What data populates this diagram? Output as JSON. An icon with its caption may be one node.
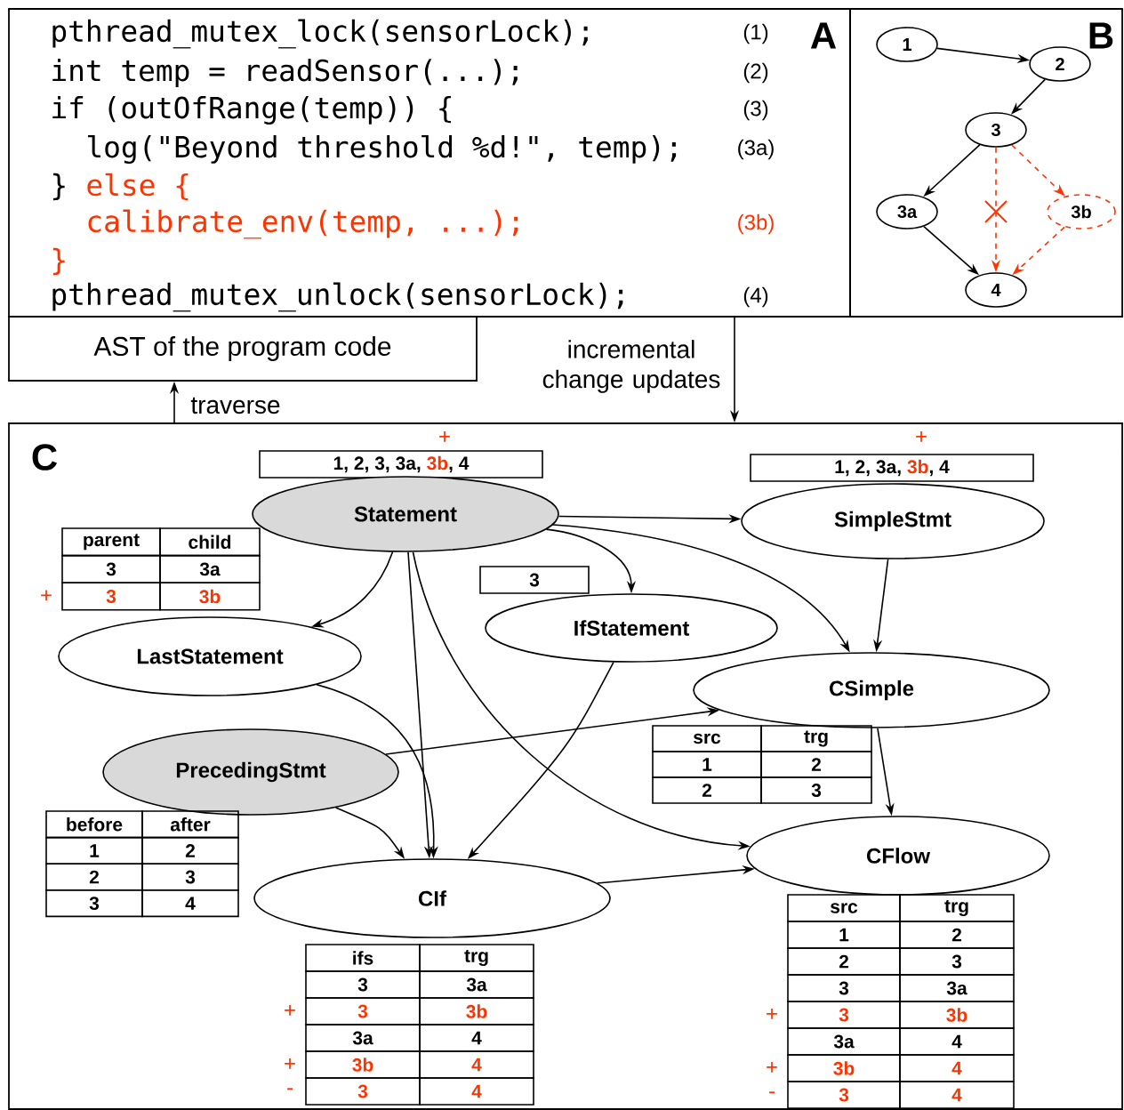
{
  "diagram": {
    "nodes": [
      {
        "text": [
          "pthread_mutex_lock(sensorLock);",
          "(1)",
          "A",
          "int temp = readSensor(...);",
          "(2)",
          "if (outOfRange(temp)) {",
          "(3)",
          "log(\"Beyond threshold %d!\", temp);",
          "(3a)",
          "}",
          "else {",
          "calibrate_env(temp, ...);",
          "(3b)",
          "}",
          "pthread_mutex_unlock(sensorLock);",
          "(4)"
        ]
      },
      {
        "text": [
          "B"
        ]
      },
      {
        "text": [
          "1"
        ],
        "in": 1
      },
      {
        "text": [
          "2"
        ],
        "in": 1
      },
      {
        "text": [
          "3"
        ],
        "in": 1
      },
      {
        "text": [
          "3a"
        ],
        "in": 1
      },
      {
        "text": [
          "3b"
        ],
        "in": 1
      },
      {
        "text": [
          "4"
        ],
        "in": 1
      },
      {
        "text": [
          "AST of the program code"
        ]
      },
      {
        "text": [
          "C"
        ]
      },
      {
        "text": [
          "1, 2, 3, 3a,",
          "3b",
          ", 4"
        ],
        "in": 9
      },
      {
        "text": [
          "Statement"
        ],
        "in": 9
      },
      {
        "text": [
          "1, 2, 3a,",
          "3b",
          ", 4"
        ],
        "in": 9
      },
      {
        "text": [
          "SimpleStmt"
        ],
        "in": 9
      },
      {
        "text": [
          "3"
        ],
        "in": 9
      },
      {
        "text": [
          "IfStatement"
        ],
        "in": 9
      },
      {
        "text": [
          "LastStatement"
        ],
        "in": 9
      },
      {
        "text": [
          "CSimple"
        ],
        "in": 9
      },
      {
        "text": [
          "PrecedingStmt"
        ],
        "in": 9
      },
      {
        "text": [
          "CIf"
        ],
        "in": 9
      },
      {
        "text": [
          "CFlow"
        ],
        "in": 9
      }
    ],
    "edges": [
      {
        "from": 2,
        "to": 3,
        "arrow": "to"
      },
      {
        "from": 3,
        "to": 4,
        "arrow": "to"
      },
      {
        "from": 4,
        "to": 5,
        "arrow": "to"
      },
      {
        "from": 4,
        "to": 6,
        "arrow": "to",
        "style": "dashed",
        "color": "#ff3300"
      },
      {
        "from": 4,
        "to": 7,
        "arrow": "to",
        "style": "dashed",
        "color": "#ff3300"
      },
      {
        "from": 5,
        "to": 7,
        "arrow": "to"
      },
      {
        "from": 6,
        "to": 7,
        "arrow": "to",
        "style": "dashed",
        "color": "#ff3300"
      },
      {
        "from": 9,
        "to": 8,
        "arrow": "to",
        "label": "traverse"
      },
      {
        "from": 0,
        "to": 9,
        "arrow": "to",
        "label": "incremental change updates"
      },
      {
        "from": 11,
        "to": 13,
        "arrow": "to"
      },
      {
        "from": 11,
        "to": 15,
        "arrow": "to"
      },
      {
        "from": 11,
        "to": 16,
        "arrow": "to"
      },
      {
        "from": 11,
        "to": 17,
        "arrow": "to"
      },
      {
        "from": 11,
        "to": 19,
        "arrow": "to"
      },
      {
        "from": 11,
        "to": 20,
        "arrow": "to"
      },
      {
        "from": 13,
        "to": 17,
        "arrow": "to"
      },
      {
        "from": 18,
        "to": 17,
        "arrow": "to"
      },
      {
        "from": 18,
        "to": 19,
        "arrow": "to"
      },
      {
        "from": 16,
        "to": 19,
        "arrow": "to"
      },
      {
        "from": 15,
        "to": 19,
        "arrow": "to"
      },
      {
        "from": 17,
        "to": 20,
        "arrow": "to"
      },
      {
        "from": 19,
        "to": 20,
        "arrow": "to"
      }
    ],
    "labels": [
      "+",
      "+",
      "parent",
      "child",
      "3",
      "3a",
      "+",
      "3",
      "3b",
      "src",
      "trg",
      "1",
      "2",
      "2",
      "3",
      "before",
      "after",
      "1",
      "2",
      "2",
      "3",
      "3",
      "4",
      "ifs",
      "trg",
      "3",
      "3a",
      "+",
      "3",
      "3b",
      "3a",
      "4",
      "+",
      "3b",
      "4",
      "-",
      "3",
      "4",
      "src",
      "trg",
      "1",
      "2",
      "2",
      "3",
      "3",
      "3a",
      "+",
      "3",
      "3b",
      "3a",
      "4",
      "+",
      "3b",
      "4",
      "-",
      "3",
      "4"
    ]
  }
}
